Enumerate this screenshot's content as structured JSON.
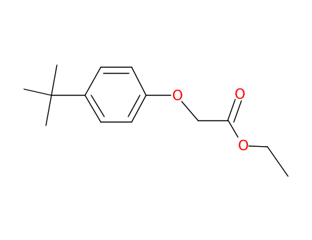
{
  "molecule": {
    "atoms": [
      {
        "id": "O1",
        "label": "O"
      },
      {
        "id": "O2",
        "label": "O"
      },
      {
        "id": "O3",
        "label": "O"
      }
    ]
  },
  "colors": {
    "bond": "#000000",
    "oxygen": "#ff0000",
    "background": "#ffffff"
  }
}
